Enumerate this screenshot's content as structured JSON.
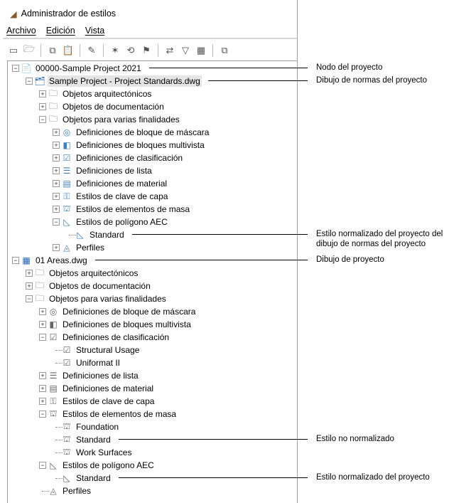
{
  "window": {
    "title": "Administrador de estilos"
  },
  "menu": [
    "Archivo",
    "Edición",
    "Vista"
  ],
  "toolbar": [
    "new-icon",
    "open-icon",
    "copy-icon",
    "paste-icon",
    "edit-icon",
    "purge-icon",
    "synchronize-icon",
    "standards-icon",
    "compare-icon",
    "filter-icon",
    "view-icon",
    "toggle-view-icon"
  ],
  "tree": [
    {
      "label": "00000-Sample Project 2021",
      "level": 0,
      "exp": "-",
      "icon": "project-apj-icon",
      "glyph": "📄",
      "color": "#c00"
    },
    {
      "label": "Sample Project - Project Standards.dwg",
      "level": 1,
      "exp": "-",
      "icon": "standards-drawing-icon",
      "glyph": "🗂",
      "color": "#1a5fb4",
      "selected": true
    },
    {
      "label": "Objetos arquitectónicos",
      "level": 2,
      "exp": "+",
      "icon": "folder-icon",
      "glyph": "🗀",
      "color": "#555"
    },
    {
      "label": "Objetos de documentación",
      "level": 2,
      "exp": "+",
      "icon": "folder-icon",
      "glyph": "🗀",
      "color": "#555"
    },
    {
      "label": "Objetos para varias finalidades",
      "level": 2,
      "exp": "-",
      "icon": "folder-icon",
      "glyph": "🗀",
      "color": "#555"
    },
    {
      "label": "Definiciones de bloque de máscara",
      "level": 3,
      "exp": "+",
      "icon": "mask-block-icon",
      "glyph": "◎",
      "color": "#3b82c4"
    },
    {
      "label": "Definiciones de bloques multivista",
      "level": 3,
      "exp": "+",
      "icon": "multiview-block-icon",
      "glyph": "◧",
      "color": "#3b82c4"
    },
    {
      "label": "Definiciones de clasificación",
      "level": 3,
      "exp": "+",
      "icon": "classification-icon",
      "glyph": "☑",
      "color": "#3b82c4"
    },
    {
      "label": "Definiciones de lista",
      "level": 3,
      "exp": "+",
      "icon": "list-icon",
      "glyph": "☰",
      "color": "#3b82c4"
    },
    {
      "label": "Definiciones de material",
      "level": 3,
      "exp": "+",
      "icon": "material-icon",
      "glyph": "▤",
      "color": "#3b82c4"
    },
    {
      "label": "Estilos de clave de capa",
      "level": 3,
      "exp": "+",
      "icon": "layer-key-icon",
      "glyph": "⚿",
      "color": "#3b82c4"
    },
    {
      "label": "Estilos de elementos de masa",
      "level": 3,
      "exp": "+",
      "icon": "mass-element-icon",
      "glyph": "⛫",
      "color": "#3b82c4"
    },
    {
      "label": "Estilos de polígono AEC",
      "level": 3,
      "exp": "-",
      "icon": "aec-polygon-icon",
      "glyph": "◺",
      "color": "#3b82c4"
    },
    {
      "label": "Standard",
      "level": 4,
      "exp": "",
      "icon": "aec-polygon-icon",
      "glyph": "◺",
      "color": "#3b82c4"
    },
    {
      "label": "Perfiles",
      "level": 3,
      "exp": "+",
      "icon": "profile-icon",
      "glyph": "◬",
      "color": "#3b82c4"
    },
    {
      "label": "01 Areas.dwg",
      "level": 0,
      "exp": "-",
      "icon": "drawing-icon",
      "glyph": "▦",
      "color": "#1a5fb4"
    },
    {
      "label": "Objetos arquitectónicos",
      "level": 1,
      "exp": "+",
      "icon": "folder-icon",
      "glyph": "🗀",
      "color": "#555"
    },
    {
      "label": "Objetos de documentación",
      "level": 1,
      "exp": "+",
      "icon": "folder-icon",
      "glyph": "🗀",
      "color": "#555"
    },
    {
      "label": "Objetos para varias finalidades",
      "level": 1,
      "exp": "-",
      "icon": "folder-icon",
      "glyph": "🗀",
      "color": "#555"
    },
    {
      "label": "Definiciones de bloque de máscara",
      "level": 2,
      "exp": "+",
      "icon": "mask-block-icon",
      "glyph": "◎",
      "color": "#666"
    },
    {
      "label": "Definiciones de bloques multivista",
      "level": 2,
      "exp": "+",
      "icon": "multiview-block-icon",
      "glyph": "◧",
      "color": "#666"
    },
    {
      "label": "Definiciones de clasificación",
      "level": 2,
      "exp": "-",
      "icon": "classification-icon",
      "glyph": "☑",
      "color": "#666"
    },
    {
      "label": "Structural Usage",
      "level": 3,
      "exp": "",
      "icon": "classification-icon",
      "glyph": "☑",
      "color": "#666"
    },
    {
      "label": "Uniformat II",
      "level": 3,
      "exp": "",
      "icon": "classification-icon",
      "glyph": "☑",
      "color": "#666"
    },
    {
      "label": "Definiciones de lista",
      "level": 2,
      "exp": "+",
      "icon": "list-icon",
      "glyph": "☰",
      "color": "#666"
    },
    {
      "label": "Definiciones de material",
      "level": 2,
      "exp": "+",
      "icon": "material-icon",
      "glyph": "▤",
      "color": "#666"
    },
    {
      "label": "Estilos de clave de capa",
      "level": 2,
      "exp": "+",
      "icon": "layer-key-icon",
      "glyph": "⚿",
      "color": "#666"
    },
    {
      "label": "Estilos de elementos de masa",
      "level": 2,
      "exp": "-",
      "icon": "mass-element-icon",
      "glyph": "⛫",
      "color": "#666"
    },
    {
      "label": "Foundation",
      "level": 3,
      "exp": "",
      "icon": "mass-element-icon",
      "glyph": "⛫",
      "color": "#666"
    },
    {
      "label": "Standard",
      "level": 3,
      "exp": "",
      "icon": "mass-element-icon",
      "glyph": "⛫",
      "color": "#666"
    },
    {
      "label": "Work Surfaces",
      "level": 3,
      "exp": "",
      "icon": "mass-element-icon",
      "glyph": "⛫",
      "color": "#666"
    },
    {
      "label": "Estilos de polígono AEC",
      "level": 2,
      "exp": "-",
      "icon": "aec-polygon-icon",
      "glyph": "◺",
      "color": "#666"
    },
    {
      "label": "Standard",
      "level": 3,
      "exp": "",
      "icon": "aec-polygon-icon",
      "glyph": "◺",
      "color": "#666"
    },
    {
      "label": "Perfiles",
      "level": 2,
      "exp": "",
      "icon": "profile-icon",
      "glyph": "◬",
      "color": "#666"
    }
  ],
  "annotations": [
    {
      "row": 0,
      "lines": [
        "Nodo del proyecto"
      ]
    },
    {
      "row": 1,
      "lines": [
        "Dibujo de normas del proyecto"
      ]
    },
    {
      "row": 13,
      "lines": [
        "Estilo normalizado del proyecto del",
        "dibujo de normas del proyecto"
      ]
    },
    {
      "row": 15,
      "lines": [
        "Dibujo de proyecto"
      ]
    },
    {
      "row": 29,
      "lines": [
        "Estilo no normalizado"
      ]
    },
    {
      "row": 32,
      "lines": [
        "Estilo normalizado del proyecto"
      ]
    }
  ]
}
